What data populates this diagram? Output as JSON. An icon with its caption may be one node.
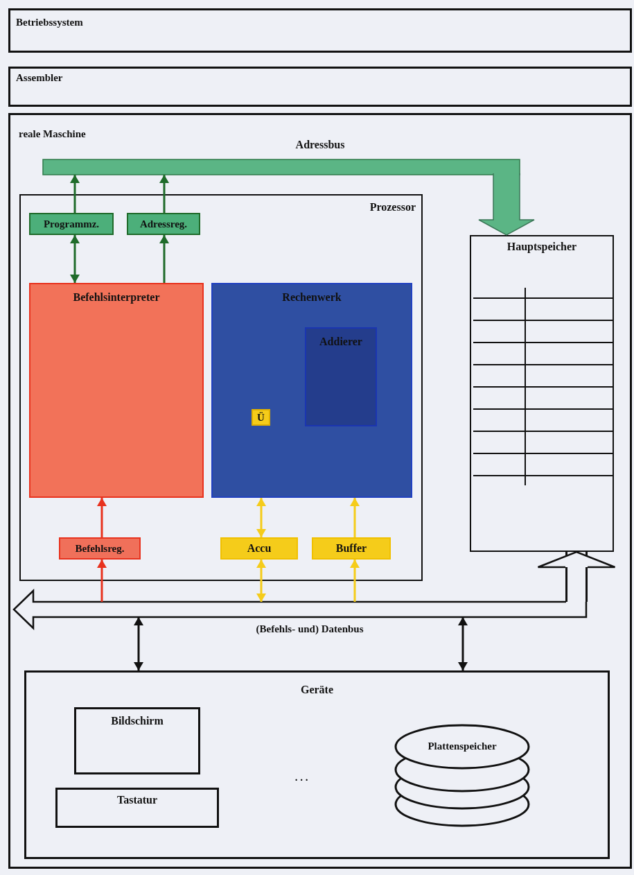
{
  "diagram": {
    "nodes": [
      {
        "text": [
          "Betriebssystem"
        ]
      },
      {
        "text": [
          "Assembler"
        ]
      },
      {
        "text": [
          "reale Maschine"
        ]
      },
      {
        "text": [
          "Adressbus"
        ],
        "in": 2
      },
      {
        "text": [
          "Prozessor"
        ],
        "in": 2
      },
      {
        "text": [
          "Programmz."
        ],
        "in": 4
      },
      {
        "text": [
          "Adressreg."
        ],
        "in": 4
      },
      {
        "text": [
          "Befehlsinterpreter"
        ],
        "in": 4
      },
      {
        "text": [
          "Rechenwerk"
        ],
        "in": 4
      },
      {
        "text": [
          "Addierer"
        ],
        "in": 8
      },
      {
        "text": [
          "Ü"
        ],
        "in": 8
      },
      {
        "text": [
          "Befehlsreg."
        ],
        "in": 4
      },
      {
        "text": [
          "Accu"
        ],
        "in": 4
      },
      {
        "text": [
          "Buffer"
        ],
        "in": 4
      },
      {
        "text": [
          "Hauptspeicher"
        ],
        "in": 2
      },
      {
        "text": [
          "(Befehls- und) Datenbus"
        ],
        "in": 2
      },
      {
        "text": [
          "Geräte"
        ],
        "in": 2
      },
      {
        "text": [
          "Bildschirm"
        ],
        "in": 16
      },
      {
        "text": [
          "Tastatur"
        ],
        "in": 16
      },
      {
        "text": [
          "Plattenspeicher"
        ],
        "in": 16
      }
    ],
    "edges": [
      {
        "from": 5,
        "to": 3,
        "arrow": "to",
        "color": "#1f6b2a"
      },
      {
        "from": 6,
        "to": 3,
        "arrow": "to",
        "color": "#1f6b2a"
      },
      {
        "from": 5,
        "to": 7,
        "arrow": "both",
        "color": "#1f6b2a"
      },
      {
        "from": 7,
        "to": 6,
        "arrow": "to",
        "color": "#1f6b2a"
      },
      {
        "from": 3,
        "to": 14,
        "arrow": "to",
        "style": "thick",
        "color": "#5bb585"
      },
      {
        "from": 11,
        "to": 7,
        "arrow": "to",
        "color": "#e8321e"
      },
      {
        "from": 15,
        "to": 11,
        "arrow": "to",
        "color": "#e8321e"
      },
      {
        "from": 12,
        "to": 8,
        "arrow": "both",
        "color": "#f5cc1a"
      },
      {
        "from": 15,
        "to": 12,
        "arrow": "both",
        "color": "#f5cc1a"
      },
      {
        "from": 13,
        "to": 8,
        "arrow": "to",
        "color": "#f5cc1a"
      },
      {
        "from": 15,
        "to": 13,
        "arrow": "to",
        "color": "#f5cc1a"
      },
      {
        "from": 15,
        "to": 14,
        "arrow": "to",
        "style": "thick"
      },
      {
        "from": 15,
        "to": 16,
        "arrow": "both"
      },
      {
        "from": 15,
        "to": 16,
        "arrow": "both"
      }
    ],
    "labels": [
      ". . ."
    ]
  }
}
